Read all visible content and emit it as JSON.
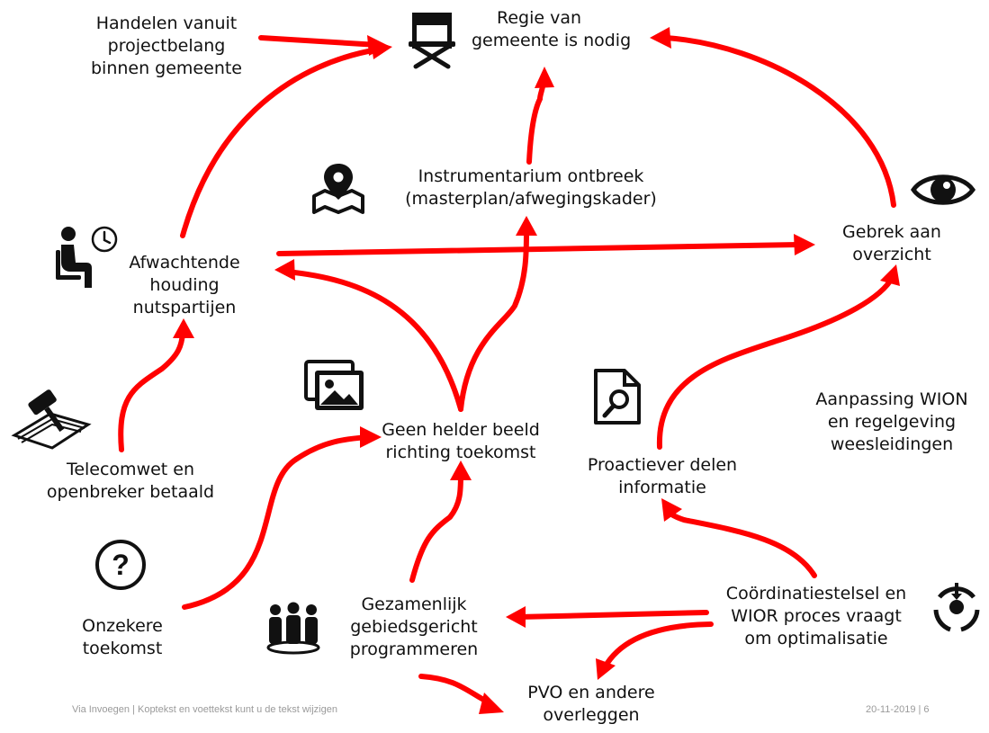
{
  "nodes": {
    "regie": [
      "Regie van",
      "gemeente is nodig"
    ],
    "handelen": [
      "Handelen vanuit",
      "projectbelang",
      "binnen gemeente"
    ],
    "instrumentarium": [
      "Instrumentarium ontbreek",
      "(masterplan/afwegingskader)"
    ],
    "gebrek": [
      "Gebrek aan",
      "overzicht"
    ],
    "afwachtende": [
      "Afwachtende",
      "houding",
      "nutspartijen"
    ],
    "telecomwet": [
      "Telecomwet en",
      "openbreker betaald"
    ],
    "geen_helder": [
      "Geen helder beeld",
      "richting toekomst"
    ],
    "proactiever": [
      "Proactiever delen",
      "informatie"
    ],
    "aanpassing": [
      "Aanpassing WION",
      "en regelgeving",
      "weesleidingen"
    ],
    "onzekere": [
      "Onzekere",
      "toekomst"
    ],
    "gezamenlijk": [
      "Gezamenlijk",
      "gebiedsgericht",
      "programmeren"
    ],
    "coordinatie": [
      "Coördinatiestelsel en",
      "WIOR proces vraagt",
      "om optimalisatie"
    ],
    "pvo": [
      "PVO en andere",
      "overleggen"
    ]
  },
  "icons": {
    "regie": "directors-chair-icon",
    "instrumentarium": "map-pin-icon",
    "gebrek": "eye-icon",
    "afwachtende": "waiting-person-clock-icon",
    "telecomwet": "law-gavel-icon",
    "geen_helder": "images-icon",
    "proactiever": "document-search-icon",
    "onzekere": "question-mark-icon",
    "gezamenlijk": "group-people-icon",
    "coordinatie": "recycle-cycle-icon"
  },
  "footer": {
    "left": "Via Invoegen | Koptekst en voettekst kunt u de tekst wijzigen",
    "right": "20-11-2019 | 6"
  },
  "colors": {
    "arrow": "#ff0000",
    "text": "#111111",
    "footer": "#9a9a9a"
  }
}
